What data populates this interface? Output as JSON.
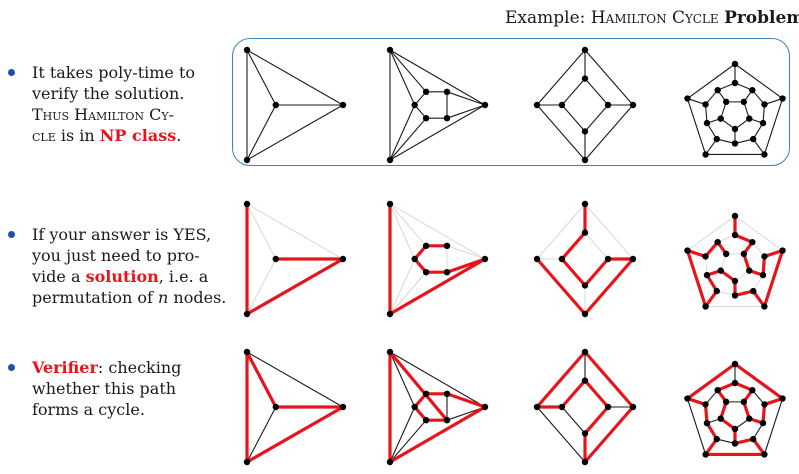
{
  "title": {
    "prefix": "Example: ",
    "problem": "Hamilton Cycle",
    "suffix": "Problem"
  },
  "bullets": [
    {
      "line1": "It takes poly-time to",
      "line2": "verify the solution.",
      "line3_sc": "Thus Hamilton Cy-",
      "line4_sc": "cle",
      "line4_rest": " is in ",
      "line4_red": "NP class",
      "line4_end": "."
    },
    {
      "line1": "If your answer is YES,",
      "line2": "you just need to pro-",
      "line3_pre": "vide a ",
      "line3_red": "solution",
      "line3_post": ", i.e. a",
      "line4_pre": "permutation of ",
      "line4_var": "n",
      "line4_post": " nodes."
    },
    {
      "line1_red": "Verifier",
      "line1_post": ": checking",
      "line2": "whether this path",
      "line3": "forms a cycle."
    }
  ],
  "colors": {
    "highlight": "#e8141b",
    "edge": "#1a1a1a",
    "faint": "#d8d8d8",
    "box": "#3a86b7",
    "bullet": "#1f4fa8"
  },
  "graphs": [
    {
      "name": "triangle-graph",
      "nodes": [
        [
          0,
          0
        ],
        [
          1,
          0.5
        ],
        [
          0.3,
          0.5
        ],
        [
          0,
          1
        ]
      ],
      "edges": [
        [
          0,
          1
        ],
        [
          1,
          3
        ],
        [
          3,
          0
        ],
        [
          0,
          2
        ],
        [
          2,
          1
        ],
        [
          2,
          3
        ]
      ],
      "path": [
        [
          0,
          3
        ],
        [
          3,
          1
        ],
        [
          1,
          2
        ]
      ]
    },
    {
      "name": "prism-graph",
      "nodes": [
        [
          0,
          0
        ],
        [
          1,
          0.5
        ],
        [
          0,
          1
        ],
        [
          0.26,
          0.5
        ],
        [
          0.38,
          0.38
        ],
        [
          0.38,
          0.62
        ],
        [
          0.6,
          0.38
        ],
        [
          0.6,
          0.62
        ]
      ],
      "edges": [
        [
          0,
          1
        ],
        [
          1,
          2
        ],
        [
          2,
          0
        ],
        [
          0,
          4
        ],
        [
          0,
          3
        ],
        [
          1,
          6
        ],
        [
          1,
          7
        ],
        [
          2,
          3
        ],
        [
          2,
          5
        ],
        [
          3,
          4
        ],
        [
          3,
          5
        ],
        [
          4,
          6
        ],
        [
          6,
          7
        ],
        [
          7,
          5
        ]
      ],
      "path": [
        [
          0,
          2
        ],
        [
          2,
          1
        ],
        [
          1,
          7
        ],
        [
          7,
          5
        ],
        [
          5,
          3
        ],
        [
          3,
          4
        ],
        [
          4,
          6
        ]
      ],
      "cycle_row3": [
        [
          0,
          2
        ],
        [
          2,
          1
        ],
        [
          1,
          6
        ],
        [
          6,
          4
        ],
        [
          4,
          3
        ],
        [
          3,
          5
        ],
        [
          5,
          7
        ],
        [
          7,
          0
        ]
      ]
    },
    {
      "name": "cube-graph",
      "nodes": [
        [
          0.5,
          0
        ],
        [
          1,
          0.5
        ],
        [
          0.5,
          1
        ],
        [
          0,
          0.5
        ],
        [
          0.5,
          0.26
        ],
        [
          0.74,
          0.5
        ],
        [
          0.5,
          0.74
        ],
        [
          0.26,
          0.5
        ]
      ],
      "edges": [
        [
          0,
          1
        ],
        [
          1,
          2
        ],
        [
          2,
          3
        ],
        [
          3,
          0
        ],
        [
          4,
          5
        ],
        [
          5,
          6
        ],
        [
          6,
          7
        ],
        [
          7,
          4
        ],
        [
          0,
          4
        ],
        [
          1,
          5
        ],
        [
          2,
          6
        ],
        [
          3,
          7
        ]
      ]
    },
    {
      "name": "dodecahedron-graph"
    }
  ]
}
